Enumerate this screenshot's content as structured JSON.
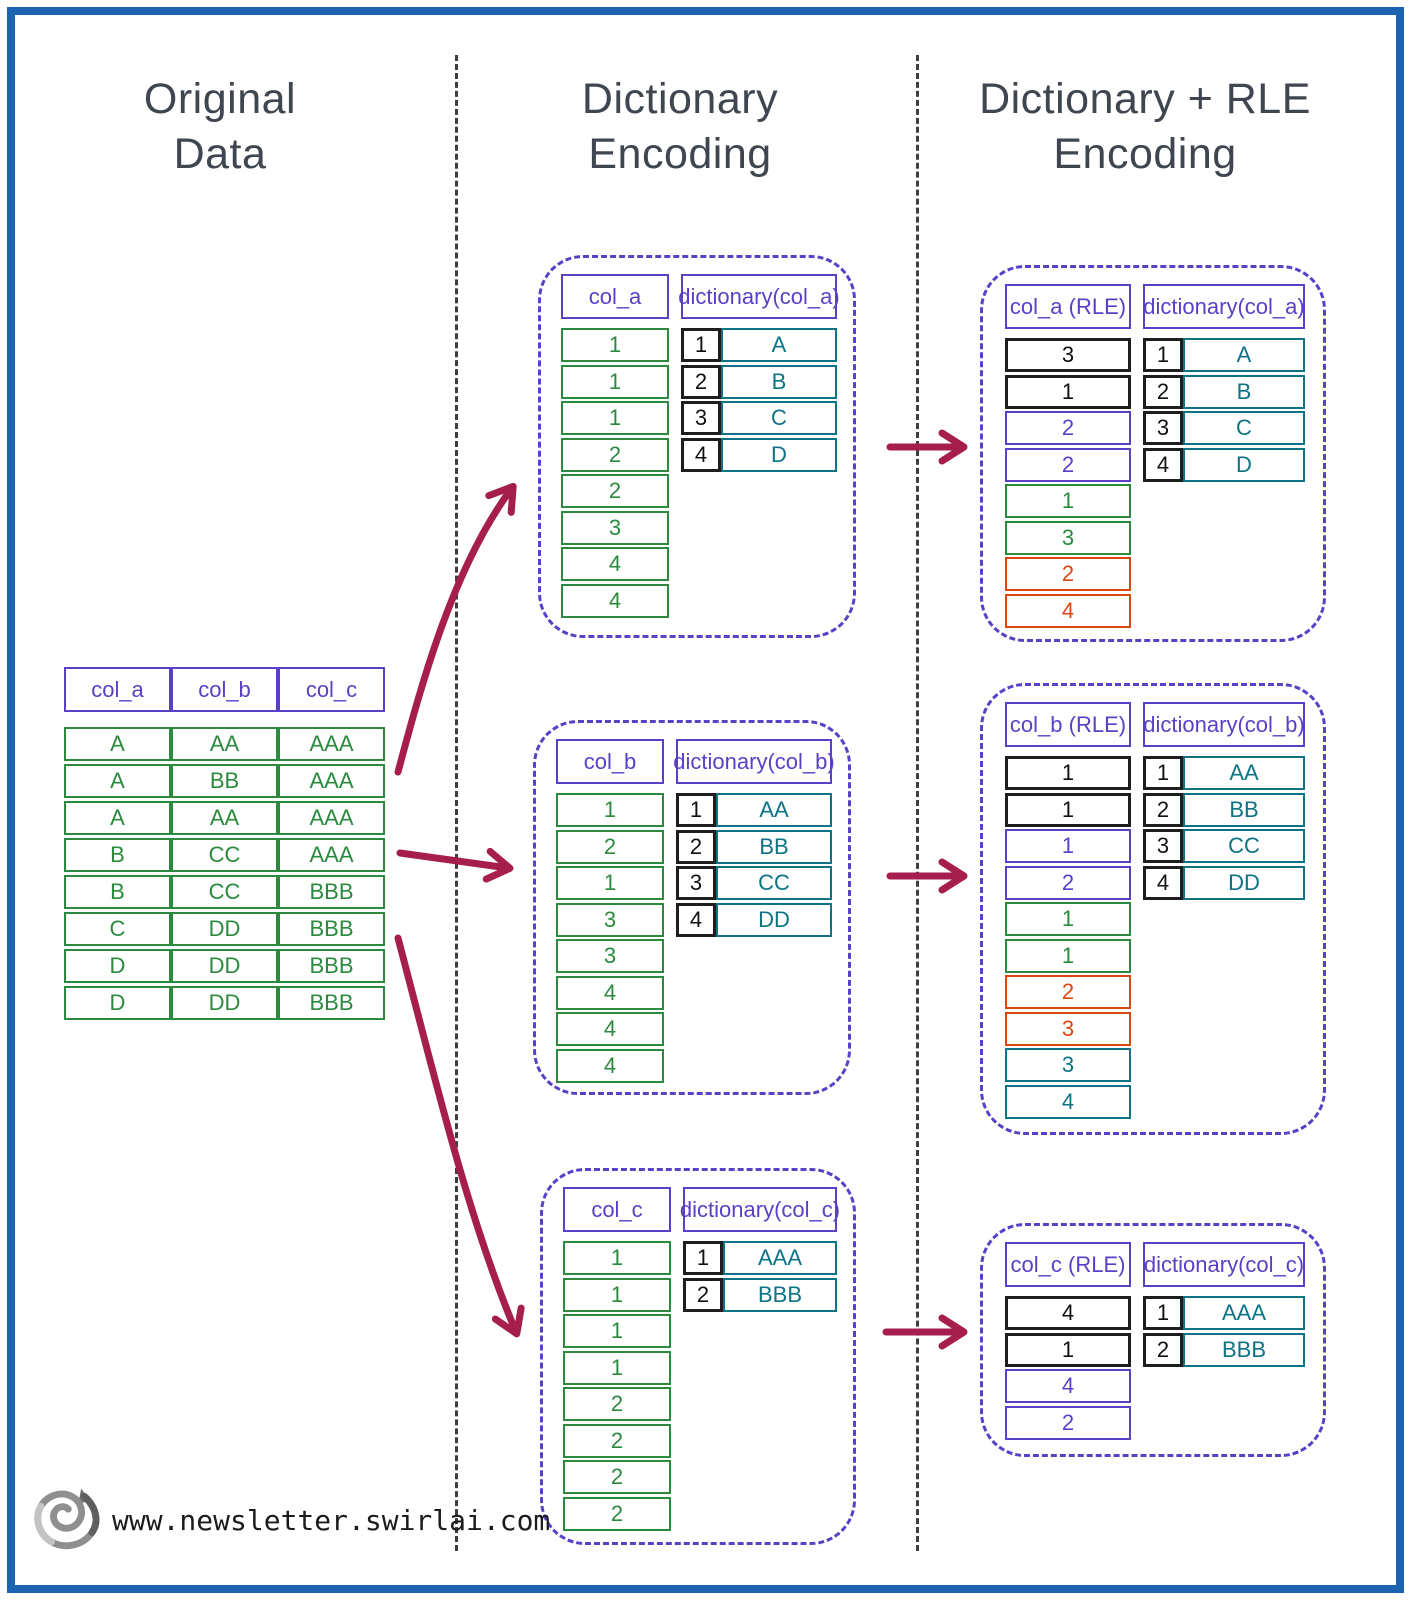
{
  "titles": {
    "original": [
      "Original",
      "Data"
    ],
    "dictionary": [
      "Dictionary",
      "Encoding"
    ],
    "dictionary_rle": [
      "Dictionary + RLE",
      "Encoding"
    ]
  },
  "original_table": {
    "headers": [
      "col_a",
      "col_b",
      "col_c"
    ],
    "rows": [
      [
        "A",
        "AA",
        "AAA"
      ],
      [
        "A",
        "BB",
        "AAA"
      ],
      [
        "A",
        "AA",
        "AAA"
      ],
      [
        "B",
        "CC",
        "AAA"
      ],
      [
        "B",
        "CC",
        "BBB"
      ],
      [
        "C",
        "DD",
        "BBB"
      ],
      [
        "D",
        "DD",
        "BBB"
      ],
      [
        "D",
        "DD",
        "BBB"
      ]
    ]
  },
  "dictionary_encoding": {
    "groups": [
      {
        "column_label": "col_a",
        "dictionary_label": "dictionary(col_a)",
        "values": [
          "1",
          "1",
          "1",
          "2",
          "2",
          "3",
          "4",
          "4"
        ],
        "dictionary": [
          {
            "key": "1",
            "value": "A"
          },
          {
            "key": "2",
            "value": "B"
          },
          {
            "key": "3",
            "value": "C"
          },
          {
            "key": "4",
            "value": "D"
          }
        ]
      },
      {
        "column_label": "col_b",
        "dictionary_label": "dictionary(col_b)",
        "values": [
          "1",
          "2",
          "1",
          "3",
          "3",
          "4",
          "4",
          "4"
        ],
        "dictionary": [
          {
            "key": "1",
            "value": "AA"
          },
          {
            "key": "2",
            "value": "BB"
          },
          {
            "key": "3",
            "value": "CC"
          },
          {
            "key": "4",
            "value": "DD"
          }
        ]
      },
      {
        "column_label": "col_c",
        "dictionary_label": "dictionary(col_c)",
        "values": [
          "1",
          "1",
          "1",
          "1",
          "2",
          "2",
          "2",
          "2"
        ],
        "dictionary": [
          {
            "key": "1",
            "value": "AAA"
          },
          {
            "key": "2",
            "value": "BBB"
          }
        ]
      }
    ]
  },
  "rle_encoding": {
    "groups": [
      {
        "column_label": "col_a (RLE)",
        "dictionary_label": "dictionary(col_a)",
        "values": [
          {
            "v": "3",
            "c": "black"
          },
          {
            "v": "1",
            "c": "black"
          },
          {
            "v": "2",
            "c": "purple"
          },
          {
            "v": "2",
            "c": "purple"
          },
          {
            "v": "1",
            "c": "green"
          },
          {
            "v": "3",
            "c": "green"
          },
          {
            "v": "2",
            "c": "orange"
          },
          {
            "v": "4",
            "c": "orange"
          }
        ],
        "dictionary": [
          {
            "key": "1",
            "value": "A"
          },
          {
            "key": "2",
            "value": "B"
          },
          {
            "key": "3",
            "value": "C"
          },
          {
            "key": "4",
            "value": "D"
          }
        ]
      },
      {
        "column_label": "col_b (RLE)",
        "dictionary_label": "dictionary(col_b)",
        "values": [
          {
            "v": "1",
            "c": "black"
          },
          {
            "v": "1",
            "c": "black"
          },
          {
            "v": "1",
            "c": "purple"
          },
          {
            "v": "2",
            "c": "purple"
          },
          {
            "v": "1",
            "c": "green"
          },
          {
            "v": "1",
            "c": "green"
          },
          {
            "v": "2",
            "c": "orange"
          },
          {
            "v": "3",
            "c": "orange"
          },
          {
            "v": "3",
            "c": "teal"
          },
          {
            "v": "4",
            "c": "teal"
          }
        ],
        "dictionary": [
          {
            "key": "1",
            "value": "AA"
          },
          {
            "key": "2",
            "value": "BB"
          },
          {
            "key": "3",
            "value": "CC"
          },
          {
            "key": "4",
            "value": "DD"
          }
        ]
      },
      {
        "column_label": "col_c (RLE)",
        "dictionary_label": "dictionary(col_c)",
        "values": [
          {
            "v": "4",
            "c": "black"
          },
          {
            "v": "1",
            "c": "black"
          },
          {
            "v": "4",
            "c": "purple"
          },
          {
            "v": "2",
            "c": "purple"
          }
        ],
        "dictionary": [
          {
            "key": "1",
            "value": "AAA"
          },
          {
            "key": "2",
            "value": "BBB"
          }
        ]
      }
    ]
  },
  "footer": {
    "website": "www.newsletter.swirlai.com",
    "logo": "swirl-logo"
  },
  "colors": {
    "purple": "#5b3fc6",
    "green": "#2b8a3e",
    "teal": "#0d7385",
    "black": "#1e1e1e",
    "orange": "#d9480f",
    "arrow_crimson": "#a61e4d",
    "title_gray": "#3f4650",
    "frame_blue": "#1d64b0",
    "separator_gray": "#3e3e3e"
  }
}
